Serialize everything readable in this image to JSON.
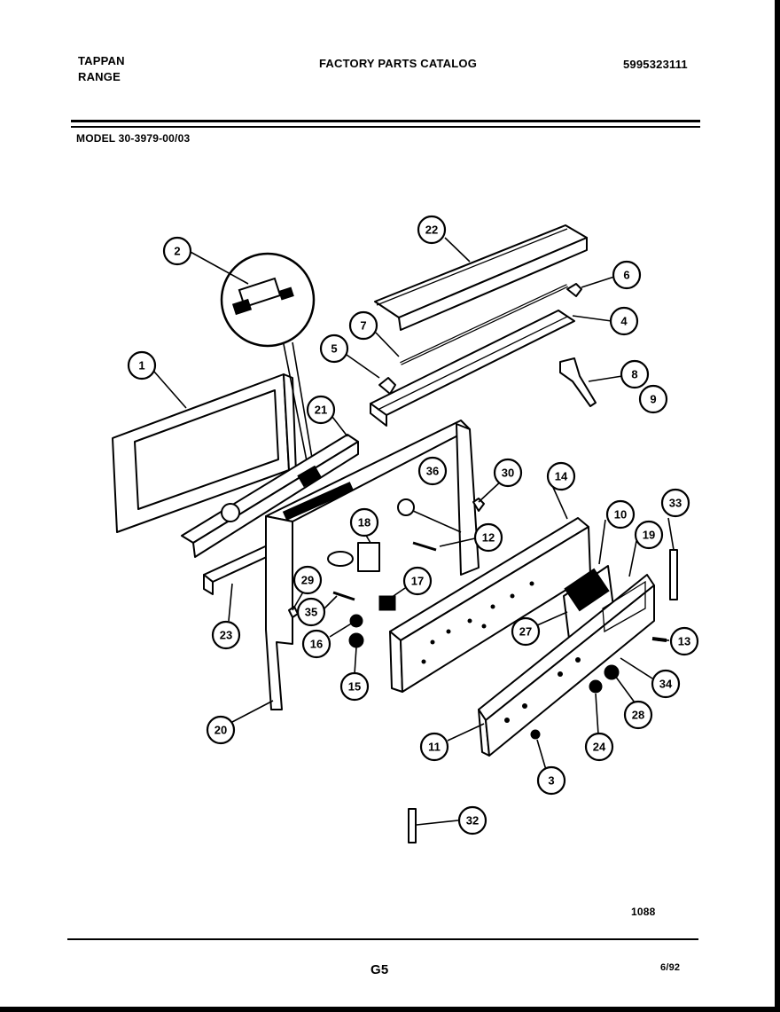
{
  "header": {
    "brand_line1": "TAPPAN",
    "brand_line2": "RANGE",
    "catalog_title": "FACTORY PARTS CATALOG",
    "catalog_number": "5995323111",
    "model": "MODEL 30-3979-00/03"
  },
  "footer": {
    "figure_code": "1088",
    "page_code": "G5",
    "date": "6/92"
  },
  "callouts": [
    "1",
    "2",
    "3",
    "4",
    "5",
    "6",
    "7",
    "8",
    "9",
    "10",
    "11",
    "12",
    "13",
    "14",
    "15",
    "16",
    "17",
    "18",
    "19",
    "20",
    "21",
    "22",
    "23",
    "24",
    "27",
    "28",
    "29",
    "30",
    "32",
    "33",
    "34",
    "35",
    "36"
  ]
}
